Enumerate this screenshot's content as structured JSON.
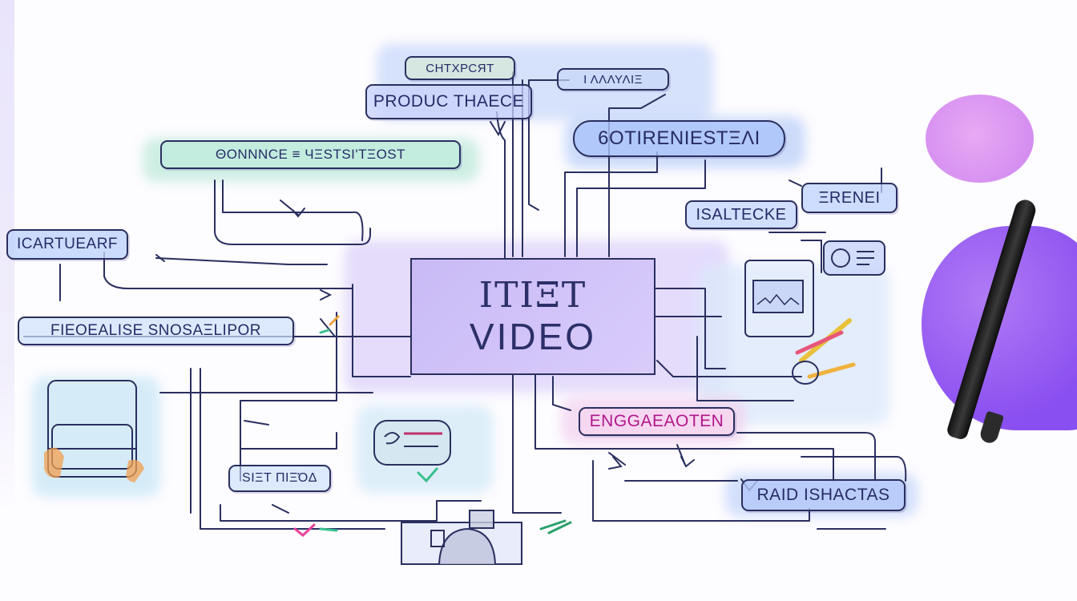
{
  "diagram": {
    "center": {
      "glyphs": "ΙΤΙΞΤ",
      "title": "VIDEO"
    },
    "nodes": {
      "top_small": "СНТХРСЯТ",
      "top_right_small": "Ι ΛΛΛΥΛΙΞ",
      "product": "PRODUC THAECE",
      "connect": "ΘΟΝΝΝCE ≡ ЧΞSTSΙ'ΤΞOST",
      "settings": "6OTIRENIESTΞΛΙ",
      "cartuear": "ICARTUEARF",
      "select": "ISALTECKE",
      "renei": "ΞRENEI",
      "feature_support": "FIEOEALISE SNOSAΞLIPOR",
      "engagement": "ENGGAEAOTEN",
      "small_bottom": "SIΞΤ ΠΙΞΌΔ",
      "raid": "RAID ISHACTAS"
    },
    "colors": {
      "ink": "#262b66",
      "center_fill": "#c8b8f5",
      "accent_pink": "#b0178a",
      "blob_pink": "#dc8ef0",
      "blob_purple": "#9b5ef0"
    },
    "icons": [
      "monitor-icon",
      "camera-icon",
      "box-stack-icon",
      "chat-bubble-icon",
      "camera-device-icon",
      "pen-icon",
      "arrow-icon"
    ]
  }
}
